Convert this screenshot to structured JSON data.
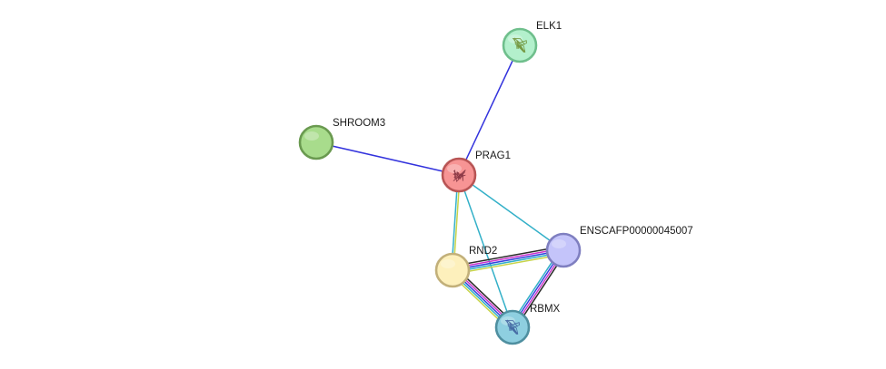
{
  "network": {
    "nodes": [
      {
        "id": "ELK1",
        "label": "ELK1",
        "fill": "#b3f0cc",
        "stroke": "#6fbf8c",
        "has_structure": true,
        "structure_color": "#6a8a2a"
      },
      {
        "id": "SHROOM3",
        "label": "SHROOM3",
        "fill": "#a8dc8c",
        "stroke": "#6a9a50",
        "has_structure": false
      },
      {
        "id": "PRAG1",
        "label": "PRAG1",
        "fill": "#f79494",
        "stroke": "#b85555",
        "has_structure": true,
        "structure_color": "#7a2a3a"
      },
      {
        "id": "ENSCAFP00000045007",
        "label": "ENSCAFP00000045007",
        "fill": "#c4c4fa",
        "stroke": "#7f7fc0",
        "has_structure": false
      },
      {
        "id": "RND2",
        "label": "RND2",
        "fill": "#fdf0bc",
        "stroke": "#c2b07a",
        "has_structure": false
      },
      {
        "id": "RBMX",
        "label": "RBMX",
        "fill": "#8ecfe0",
        "stroke": "#4f8fa0",
        "has_structure": true,
        "structure_color": "#3a5a9a"
      }
    ],
    "edges": [
      {
        "source": "PRAG1",
        "target": "ELK1",
        "colors": [
          "#3333dd"
        ]
      },
      {
        "source": "PRAG1",
        "target": "SHROOM3",
        "colors": [
          "#3333dd"
        ]
      },
      {
        "source": "PRAG1",
        "target": "ENSCAFP00000045007",
        "colors": [
          "#33b0c8"
        ]
      },
      {
        "source": "PRAG1",
        "target": "RBMX",
        "colors": [
          "#33b0c8"
        ]
      },
      {
        "source": "PRAG1",
        "target": "RND2",
        "colors": [
          "#c8d44a",
          "#33b0c8"
        ]
      },
      {
        "source": "RND2",
        "target": "ENSCAFP00000045007",
        "colors": [
          "#2a2a2a",
          "#cc33cc",
          "#3344dd",
          "#33b0c8",
          "#c8d44a"
        ]
      },
      {
        "source": "RND2",
        "target": "RBMX",
        "colors": [
          "#2a2a2a",
          "#cc33cc",
          "#3344dd",
          "#33b0c8",
          "#c8d44a"
        ]
      },
      {
        "source": "ENSCAFP00000045007",
        "target": "RBMX",
        "colors": [
          "#2a2a2a",
          "#cc33cc",
          "#3344dd",
          "#33b0c8"
        ]
      }
    ]
  }
}
